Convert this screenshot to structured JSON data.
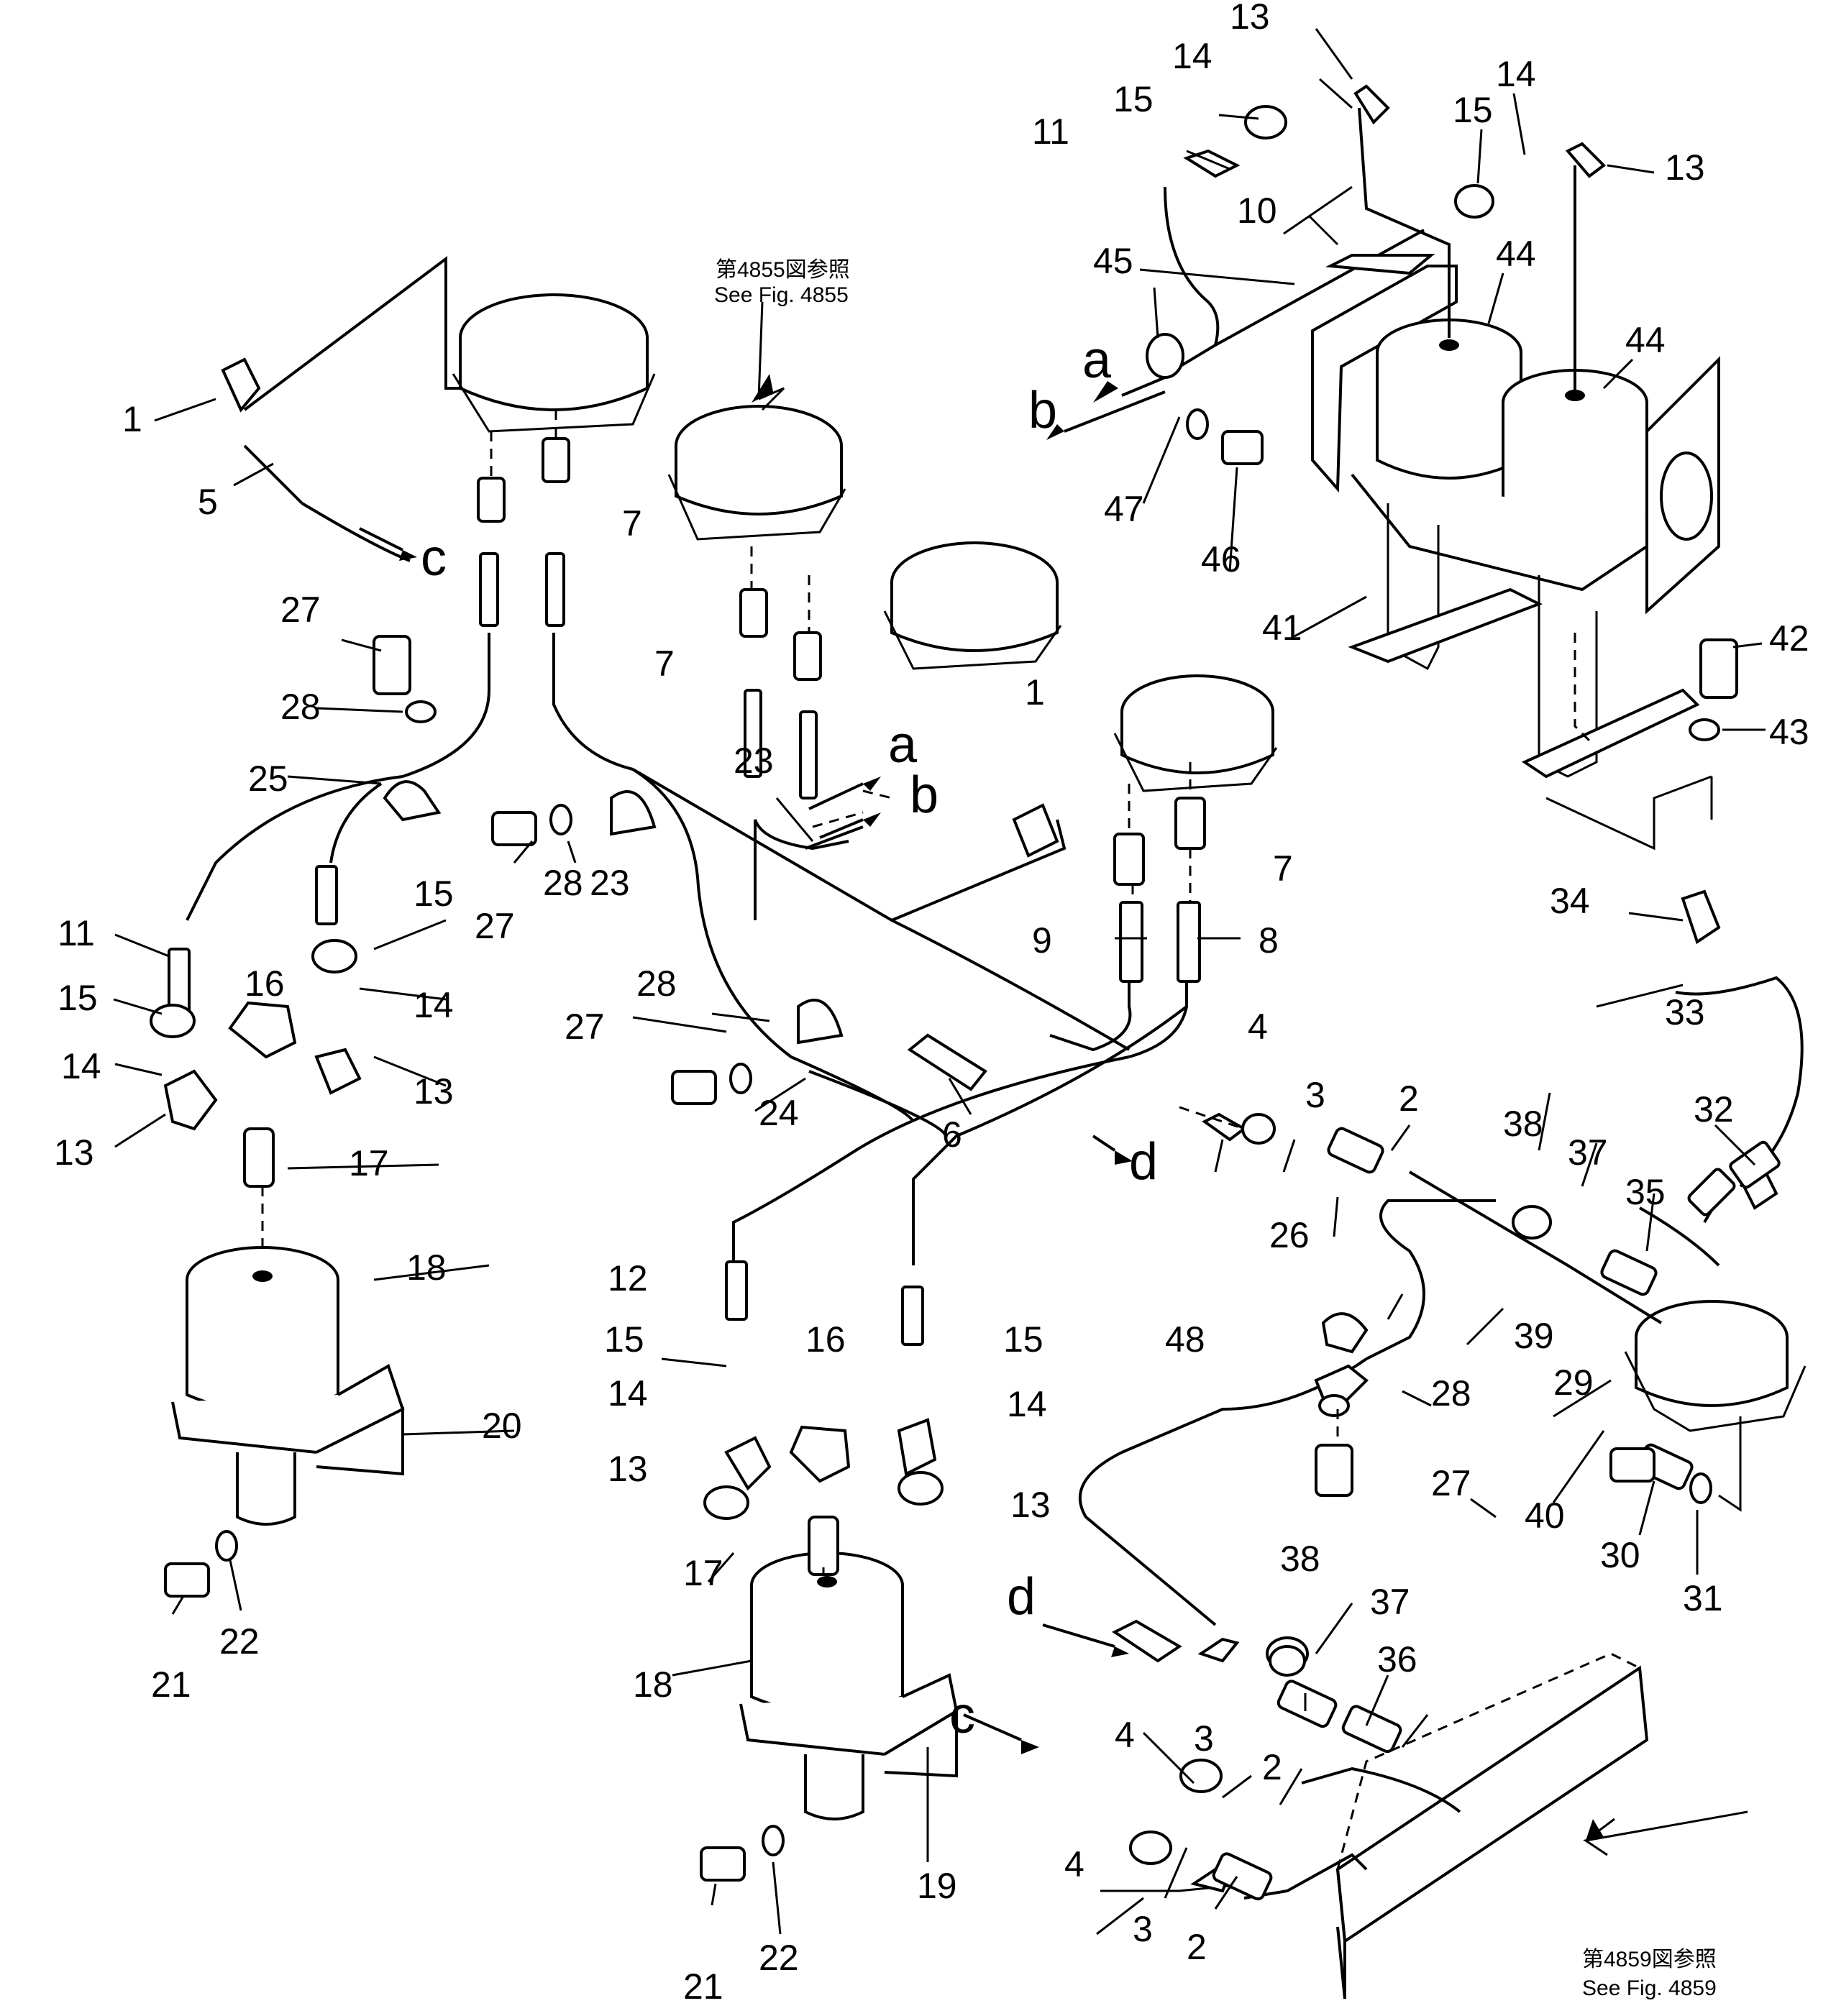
{
  "diagram": {
    "references": [
      {
        "id": "ref-4855",
        "line1": "第4855図参照",
        "line2": "See Fig. 4855"
      },
      {
        "id": "ref-4859",
        "line1": "第4859図参照",
        "line2": "See Fig. 4859"
      }
    ],
    "connection_letters": [
      "a",
      "b",
      "c",
      "d"
    ],
    "part_numbers": [
      "1",
      "2",
      "3",
      "4",
      "5",
      "6",
      "7",
      "8",
      "9",
      "10",
      "11",
      "12",
      "13",
      "14",
      "15",
      "16",
      "17",
      "18",
      "19",
      "20",
      "21",
      "22",
      "23",
      "24",
      "25",
      "26",
      "27",
      "28",
      "29",
      "30",
      "31",
      "32",
      "33",
      "34",
      "35",
      "36",
      "37",
      "38",
      "39",
      "40",
      "41",
      "42",
      "43",
      "44",
      "45",
      "46",
      "47",
      "48"
    ]
  }
}
